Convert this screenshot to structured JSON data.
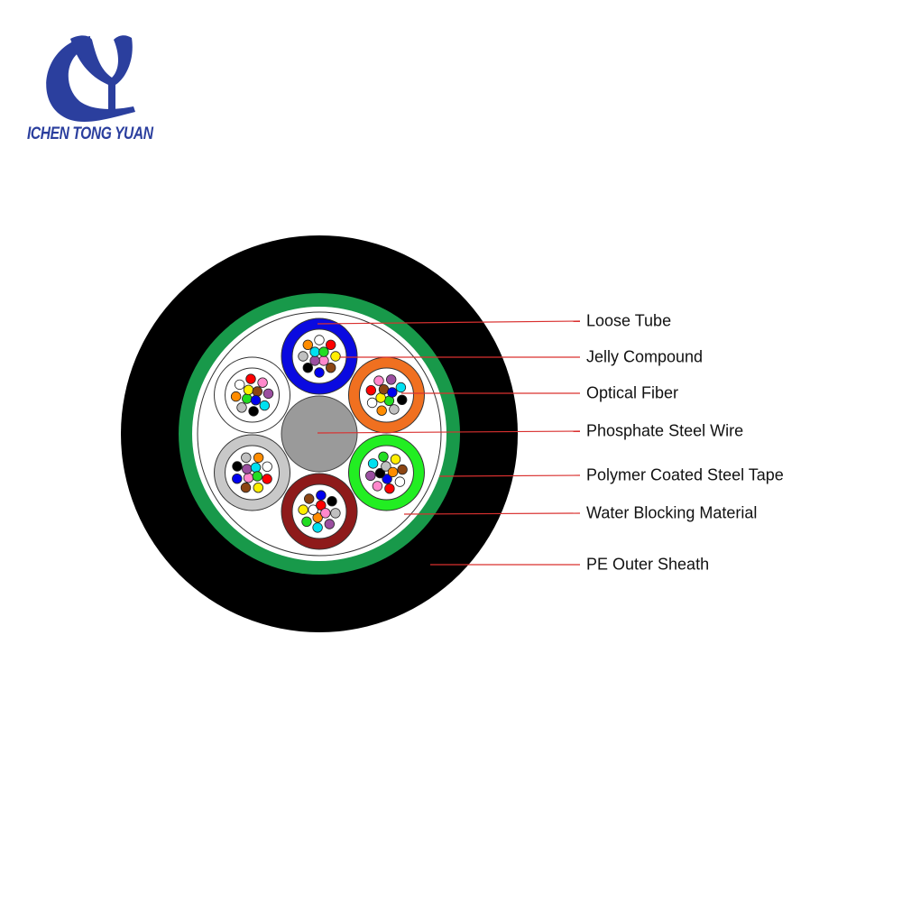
{
  "brand": {
    "name": "ICHEN TONG YUAN",
    "color": "#2b3f9e"
  },
  "labels": [
    {
      "id": "loose-tube",
      "text": "Loose Tube"
    },
    {
      "id": "jelly-compound",
      "text": "Jelly Compound"
    },
    {
      "id": "optical-fiber",
      "text": "Optical Fiber"
    },
    {
      "id": "phosphate-steel-wire",
      "text": "Phosphate Steel Wire"
    },
    {
      "id": "polymer-coated-steel-tape",
      "text": "Polymer Coated Steel Tape"
    },
    {
      "id": "water-blocking-material",
      "text": "Water Blocking Material"
    },
    {
      "id": "pe-outer-sheath",
      "text": "PE Outer Sheath"
    }
  ],
  "colors": {
    "sheath": "#000000",
    "tape": "#18994a",
    "leader": "#d9302f",
    "wire": "#9a9a9a",
    "tubes": [
      "#0a0ae0",
      "#f07020",
      "#22ee22",
      "#8e1a1a",
      "#c8c8c8",
      "#ffffff"
    ],
    "fibers": [
      "#ff88cc",
      "#9b4fa0",
      "#00e0f0",
      "#22dd22",
      "#ffee00",
      "#8b4513",
      "#0000ee",
      "#000000",
      "#c0c0c0",
      "#ff8c00",
      "#ffffff",
      "#ff0000"
    ]
  }
}
